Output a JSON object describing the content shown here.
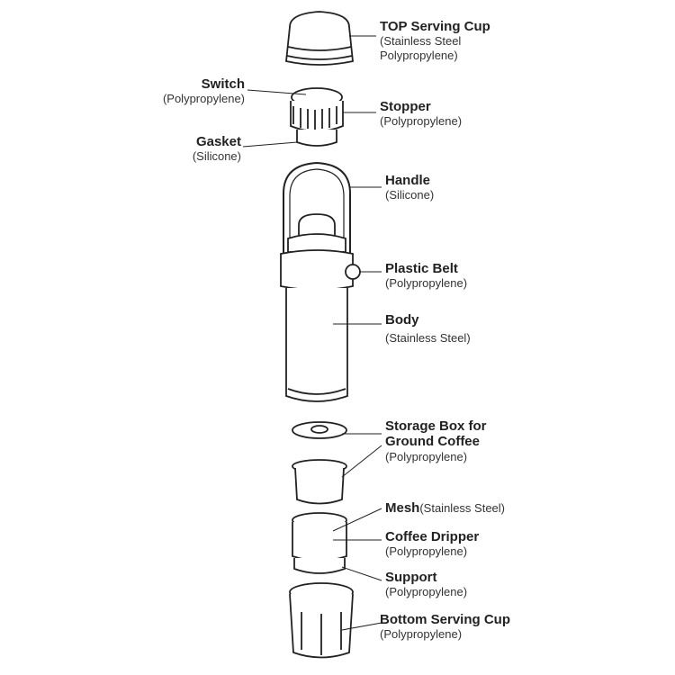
{
  "labels": {
    "top_cup": {
      "title": "TOP Serving Cup",
      "sub1": "(Stainless Steel",
      "sub2": "Polypropylene)"
    },
    "switch": {
      "title": "Switch",
      "sub": "(Polypropylene)"
    },
    "stopper": {
      "title": "Stopper",
      "sub": "(Polypropylene)"
    },
    "gasket": {
      "title": "Gasket",
      "sub": "(Silicone)"
    },
    "handle": {
      "title": "Handle",
      "sub": "(Silicone)"
    },
    "plastic_belt": {
      "title": "Plastic Belt",
      "sub": "(Polypropylene)"
    },
    "body": {
      "title": "Body",
      "sub": "(Stainless Steel)"
    },
    "storage_box": {
      "title1": "Storage Box for",
      "title2": "Ground Coffee",
      "sub": "(Polypropylene)"
    },
    "mesh": {
      "title": "Mesh",
      "sub": "(Stainless Steel)"
    },
    "coffee_dripper": {
      "title": "Coffee Dripper",
      "sub": "(Polypropylene)"
    },
    "support": {
      "title": "Support",
      "sub": "(Polypropylene)"
    },
    "bottom_cup": {
      "title": "Bottom Serving Cup",
      "sub": "(Polypropylene)"
    }
  }
}
